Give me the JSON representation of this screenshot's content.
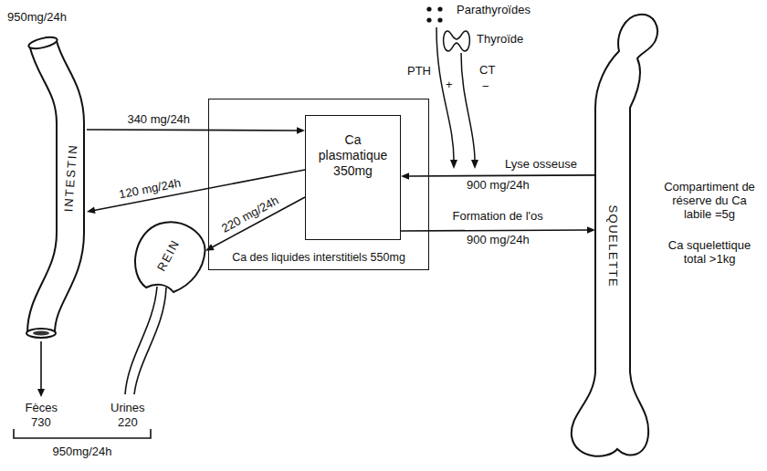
{
  "diagram": {
    "nodes": [
      {
        "text": [
          "INTESTIN"
        ]
      },
      {
        "text": [
          "Ca des liquides interstitiels 550mg"
        ]
      },
      {
        "text": [
          "Ca plasmatique 350mg"
        ],
        "in": 1
      },
      {
        "text": [
          "REIN"
        ]
      },
      {
        "text": [
          "SQUELETTE"
        ]
      }
    ],
    "edges": [
      {
        "from": 0,
        "to": 2,
        "label": "340 mg/24h",
        "arrow": "to"
      },
      {
        "from": 2,
        "to": 0,
        "label": "120 mg/24h",
        "arrow": "to"
      },
      {
        "from": 2,
        "to": 3,
        "label": "220 mg/24h",
        "arrow": "to"
      },
      {
        "from": 4,
        "to": 2,
        "label": "900 mg/24h",
        "arrow": "to"
      },
      {
        "from": 2,
        "to": 4,
        "label": "900 mg/24h",
        "arrow": "to"
      }
    ],
    "labels": [
      "950mg/24h",
      "Parathyroïdes",
      "Thyroïde",
      "PTH",
      "+",
      "CT",
      "−",
      "Lyse osseuse",
      "Formation de l'os",
      "Compartiment de réserve du Ca labile =5g",
      "Ca squelettique total >1kg",
      "Fèces",
      "730",
      "Urines",
      "220",
      "950mg/24h"
    ]
  }
}
